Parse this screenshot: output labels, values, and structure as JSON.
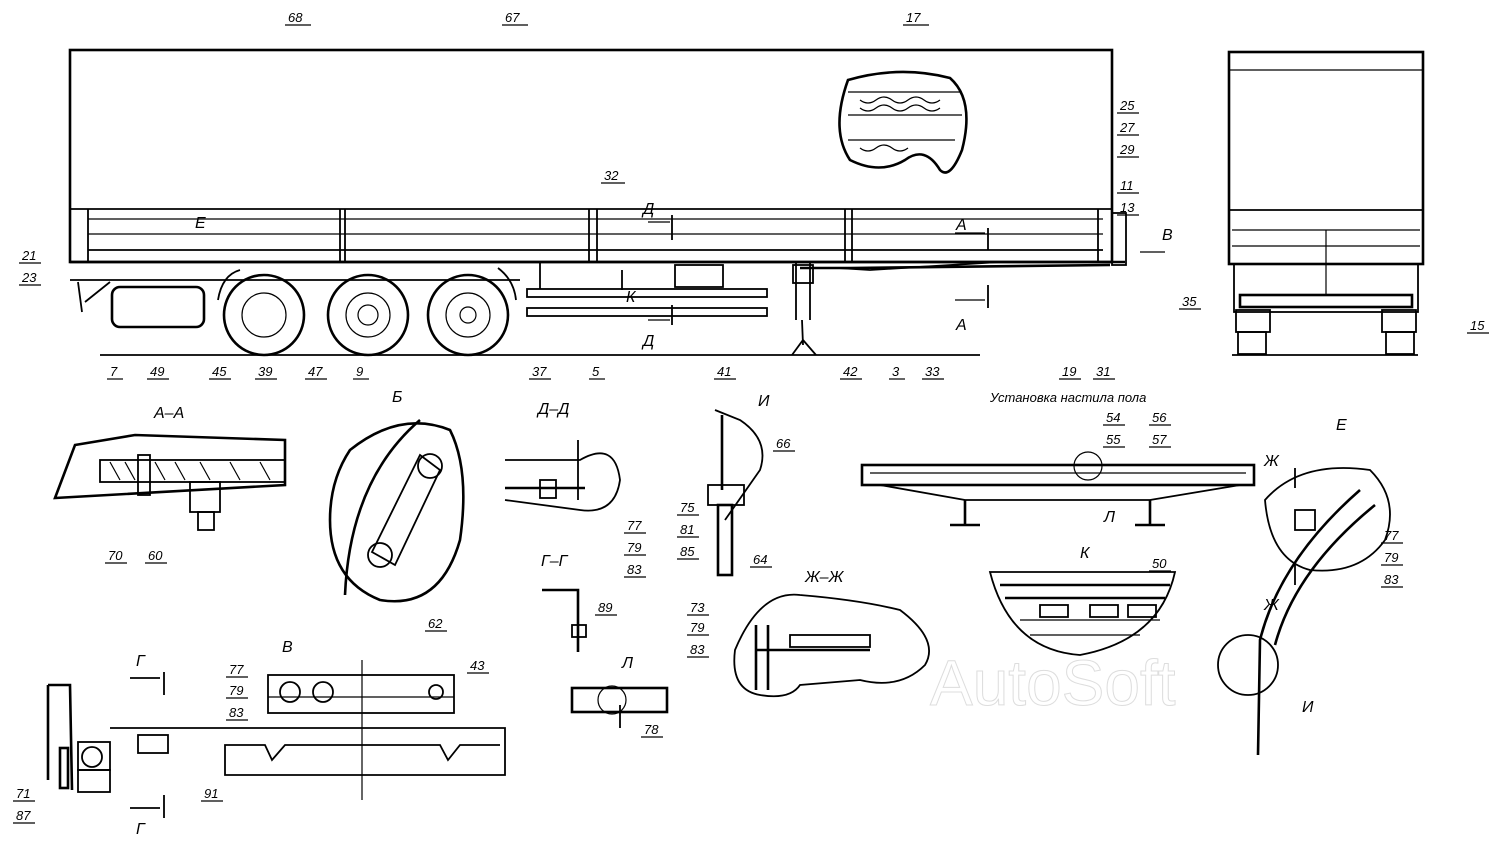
{
  "title": "Установка настила пола",
  "watermark": "AutoSoft",
  "views": {
    "aa": "А–А",
    "b": "Б",
    "dd": "Д–Д",
    "i": "И",
    "e": "Е",
    "gg": "Г–Г",
    "l": "Л",
    "zhzh": "Ж–Ж",
    "k": "К",
    "v": "В"
  },
  "markers": {
    "e_main": "Е",
    "d_top": "Д",
    "d_bot": "Д",
    "a_top": "А",
    "a_bot": "А",
    "v_arrow": "В",
    "k_arrow": "К",
    "zh_top": "Ж",
    "zh_bot": "Ж",
    "g_top": "Г",
    "g_bot": "Г",
    "l_floor": "Л",
    "i_e": "И"
  },
  "callouts": {
    "c68": "68",
    "c67": "67",
    "c17": "17",
    "c32": "32",
    "c25": "25",
    "c27": "27",
    "c29": "29",
    "c11": "11",
    "c13": "13",
    "c21": "21",
    "c23": "23",
    "c7": "7",
    "c49": "49",
    "c45": "45",
    "c39": "39",
    "c47": "47",
    "c9": "9",
    "c37": "37",
    "c5": "5",
    "c41": "41",
    "c42": "42",
    "c3": "3",
    "c33": "33",
    "c19": "19",
    "c31": "31",
    "c35": "35",
    "c15": "15",
    "c70": "70",
    "c60": "60",
    "c62": "62",
    "c66": "66",
    "c75": "75",
    "c81": "81",
    "c85": "85",
    "c64": "64",
    "c77a": "77",
    "c79a": "79",
    "c83a": "83",
    "c54": "54",
    "c55": "55",
    "c56": "56",
    "c57": "57",
    "c77b": "77",
    "c79b": "79",
    "c83b": "83",
    "c89": "89",
    "c50": "50",
    "c73": "73",
    "c79c": "79",
    "c83c": "83",
    "c77c": "77",
    "c79d": "79",
    "c83d": "83",
    "c43": "43",
    "c78": "78",
    "c71": "71",
    "c87": "87",
    "c91": "91"
  }
}
